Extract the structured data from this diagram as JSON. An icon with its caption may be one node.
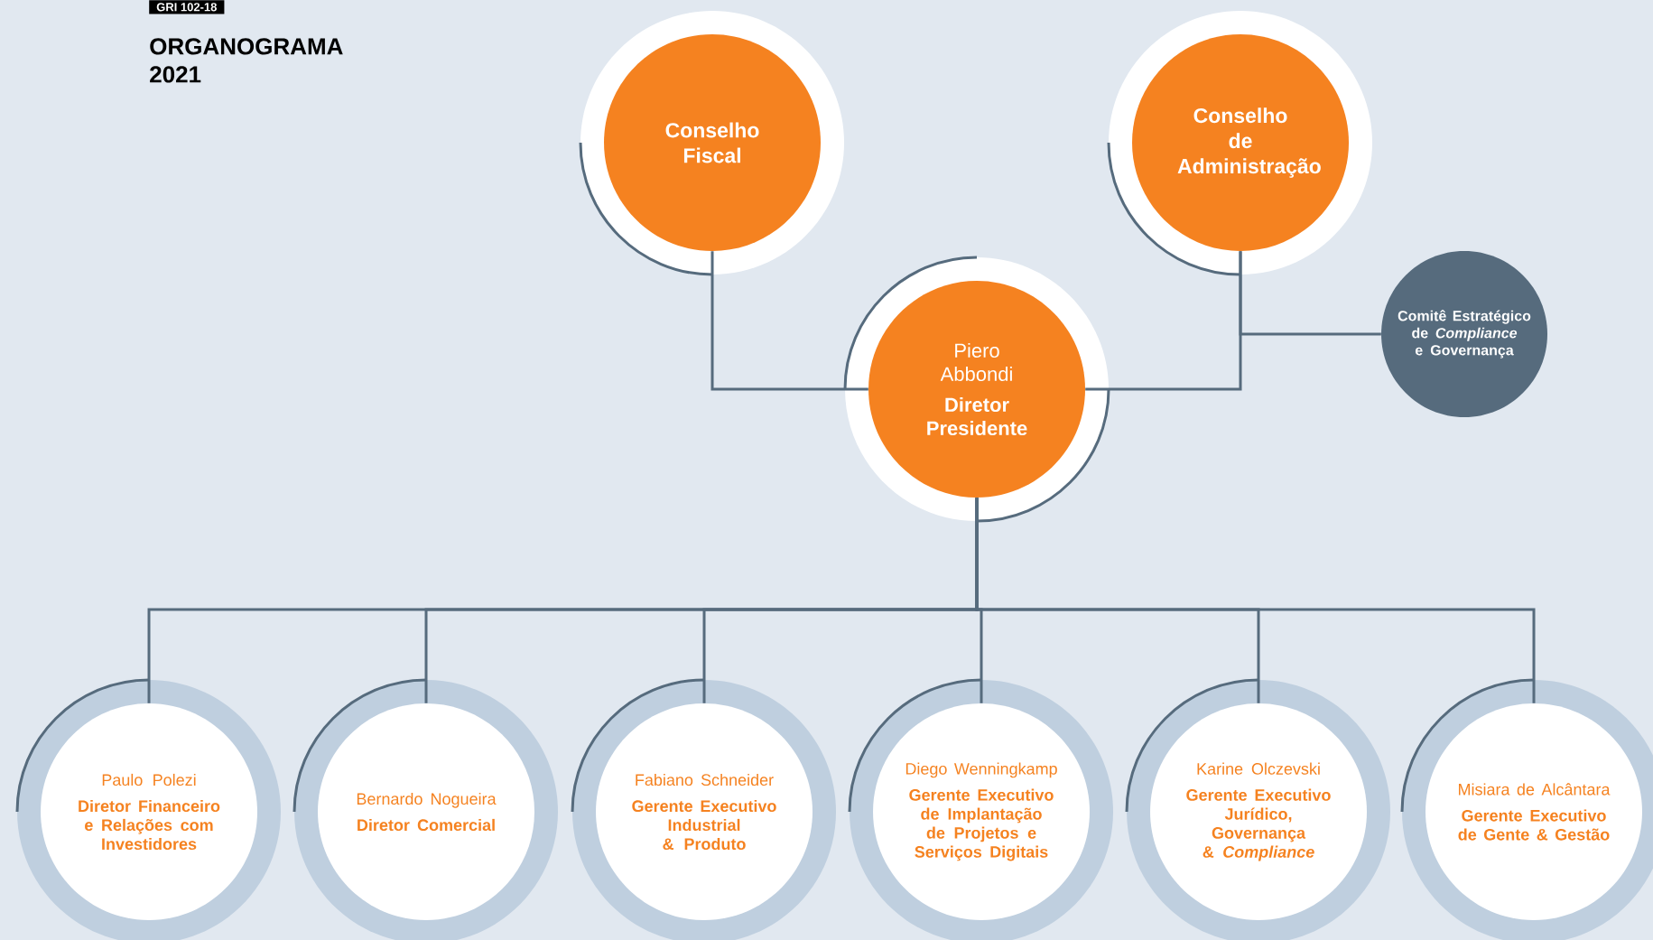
{
  "diagram": {
    "title": "ORGANOGRAMA 2021",
    "nodes": [
      {
        "text": [
          "Conselho Fiscal"
        ]
      },
      {
        "text": [
          "Conselho de Administração"
        ]
      },
      {
        "text": [
          "Piero Abbondi",
          "Diretor Presidente"
        ]
      },
      {
        "text": [
          "Comitê Estratégico de *Compliance* e Governança"
        ]
      },
      {
        "text": [
          "Paulo Polezi",
          "Diretor Financeiro e Relações com Investidores"
        ]
      },
      {
        "text": [
          "Bernardo Nogueira",
          "Diretor Comercial"
        ]
      },
      {
        "text": [
          "Fabiano Schneider",
          "Gerente Executivo Industrial & Produto"
        ]
      },
      {
        "text": [
          "Diego Wenningkamp",
          "Gerente Executivo de Implantação de Projetos e Serviços Digitais"
        ]
      },
      {
        "text": [
          "Karine Olczevski",
          "Gerente Executivo Jurídico, Governança & *Compliance*"
        ]
      },
      {
        "text": [
          "Misiara de Alcântara",
          "Gerente Executivo de Gente & Gestão"
        ]
      }
    ],
    "edges": [
      {
        "from": 0,
        "to": 2,
        "arrow": "none"
      },
      {
        "from": 1,
        "to": 2,
        "arrow": "none"
      },
      {
        "from": 1,
        "to": 3,
        "arrow": "none"
      },
      {
        "from": 2,
        "to": 4,
        "arrow": "none"
      },
      {
        "from": 2,
        "to": 5,
        "arrow": "none"
      },
      {
        "from": 2,
        "to": 6,
        "arrow": "none"
      },
      {
        "from": 2,
        "to": 7,
        "arrow": "none"
      },
      {
        "from": 2,
        "to": 8,
        "arrow": "none"
      },
      {
        "from": 2,
        "to": 9,
        "arrow": "none"
      }
    ],
    "labels": [
      "GRI 102-18"
    ]
  }
}
